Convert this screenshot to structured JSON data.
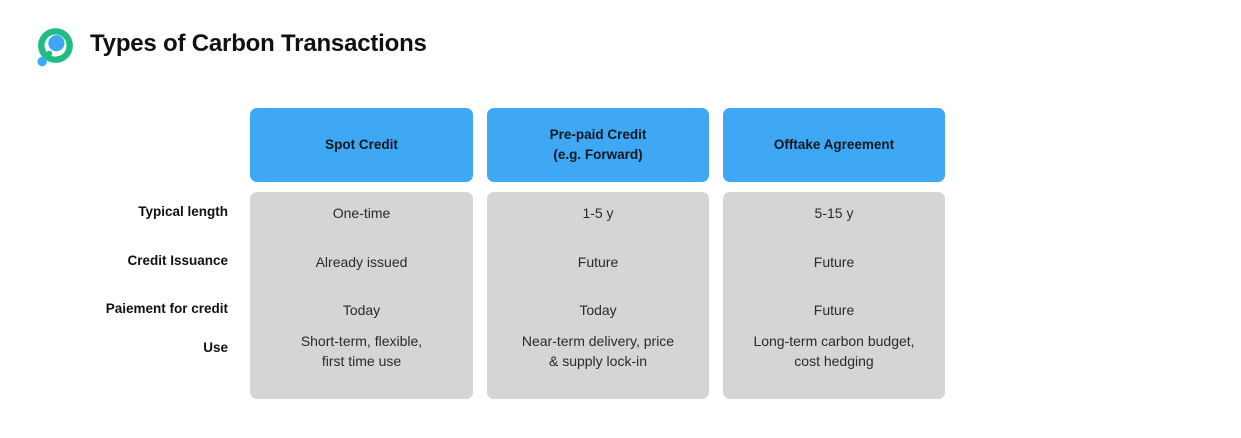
{
  "header": {
    "title": "Types of Carbon Transactions",
    "logo": {
      "name": "seedling-loop-logo",
      "ring_color": "#1FBE80",
      "dot_color": "#3EA8F5",
      "accent_dot_color": "#3EA8F5"
    }
  },
  "theme": {
    "header_card_color": "#3EA8F5",
    "body_card_color": "#D5D5D5",
    "page_background": "#FFFFFF",
    "text_color": "#111111",
    "cell_text_color": "#2A2A2A"
  },
  "matrix": {
    "columns": [
      {
        "id": "spot-credit",
        "label": "Spot Credit",
        "label_line2": ""
      },
      {
        "id": "pre-paid-credit",
        "label": "Pre-paid Credit",
        "label_line2": "(e.g. Forward)"
      },
      {
        "id": "offtake-agreement",
        "label": "Offtake Agreement",
        "label_line2": ""
      }
    ],
    "rows": [
      {
        "id": "typical-length",
        "label": "Typical length",
        "cells": [
          {
            "line1": "One-time",
            "line2": ""
          },
          {
            "line1": "1-5 y",
            "line2": ""
          },
          {
            "line1": "5-15 y",
            "line2": ""
          }
        ]
      },
      {
        "id": "credit-issuance",
        "label": "Credit Issuance",
        "cells": [
          {
            "line1": "Already issued",
            "line2": ""
          },
          {
            "line1": "Future",
            "line2": ""
          },
          {
            "line1": "Future",
            "line2": ""
          }
        ]
      },
      {
        "id": "paiement-for-credit",
        "label": "Paiement for credit",
        "cells": [
          {
            "line1": "Today",
            "line2": ""
          },
          {
            "line1": "Today",
            "line2": ""
          },
          {
            "line1": "Future",
            "line2": ""
          }
        ]
      },
      {
        "id": "use",
        "label": "Use",
        "cells": [
          {
            "line1": "Short-term, flexible,",
            "line2": "first time use"
          },
          {
            "line1": "Near-term delivery, price",
            "line2": "& supply lock-in"
          },
          {
            "line1": "Long-term carbon budget,",
            "line2": "cost hedging"
          }
        ]
      }
    ]
  }
}
